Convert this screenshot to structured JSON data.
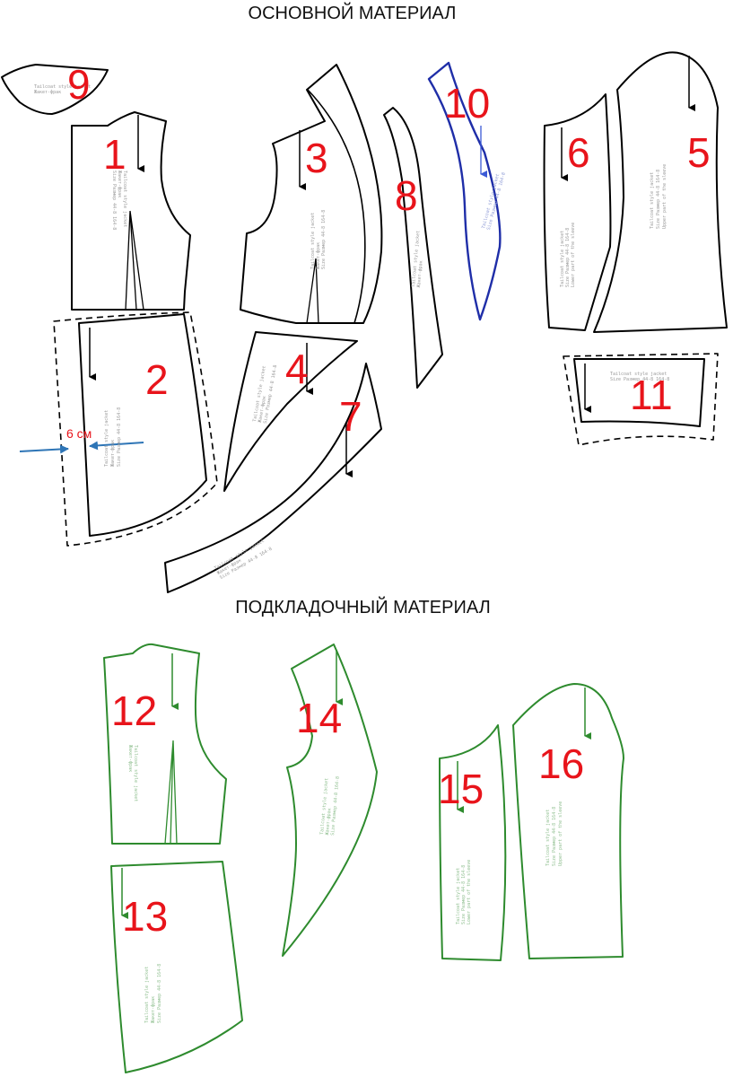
{
  "headings": {
    "main_fabric": "ОСНОВНОЙ МАТЕРИАЛ",
    "lining_fabric": "ПОДКЛАДОЧНЫЙ МАТЕРИАЛ"
  },
  "allowance_label": "6 см",
  "colors": {
    "main_outline": "#000000",
    "interfacing_outline": "#1f2ea8",
    "lining_outline": "#2e8b2e",
    "piece_number": "#e8141b",
    "dimension_arrow": "#2e75b6"
  },
  "pieces": {
    "p1": "1",
    "p2": "2",
    "p3": "3",
    "p4": "4",
    "p5": "5",
    "p6": "6",
    "p7": "7",
    "p8": "8",
    "p9": "9",
    "p10": "10",
    "p11": "11",
    "p12": "12",
    "p13": "13",
    "p14": "14",
    "p15": "15",
    "p16": "16"
  },
  "piece_labels": {
    "tailcoat": [
      "Tailcoat style jacket",
      "Жакет-фрак",
      "Size Размер 44-8 164-8"
    ],
    "upper_sleeve": [
      "Tailcoat style jacket",
      "Size Размер 44-8 164-8",
      "Upper part of the sleeve"
    ],
    "lower_sleeve": [
      "Tailcoat style jacket",
      "Size Размер 44-8 164-8",
      "Lower part of the sleeve"
    ]
  }
}
